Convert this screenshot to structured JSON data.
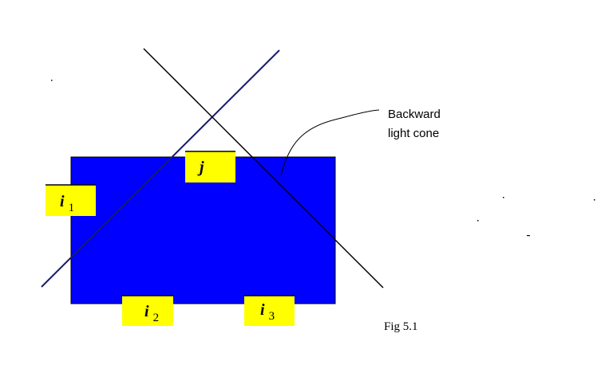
{
  "diagram": {
    "annotation_lines": [
      "Backward",
      "light cone"
    ],
    "caption": "Fig 5.1",
    "events": [
      {
        "id": "i1",
        "letter": "i",
        "subscript": "1"
      },
      {
        "id": "j",
        "letter": "j",
        "subscript": ""
      },
      {
        "id": "i2",
        "letter": "i",
        "subscript": "2"
      },
      {
        "id": "i3",
        "letter": "i",
        "subscript": "3"
      }
    ],
    "colors": {
      "region_fill": "#0000ff",
      "region_edge": "#000000",
      "event_box_fill": "#ffff00",
      "line_dark_blue": "#1a1a6e",
      "line_black": "#000000"
    }
  }
}
